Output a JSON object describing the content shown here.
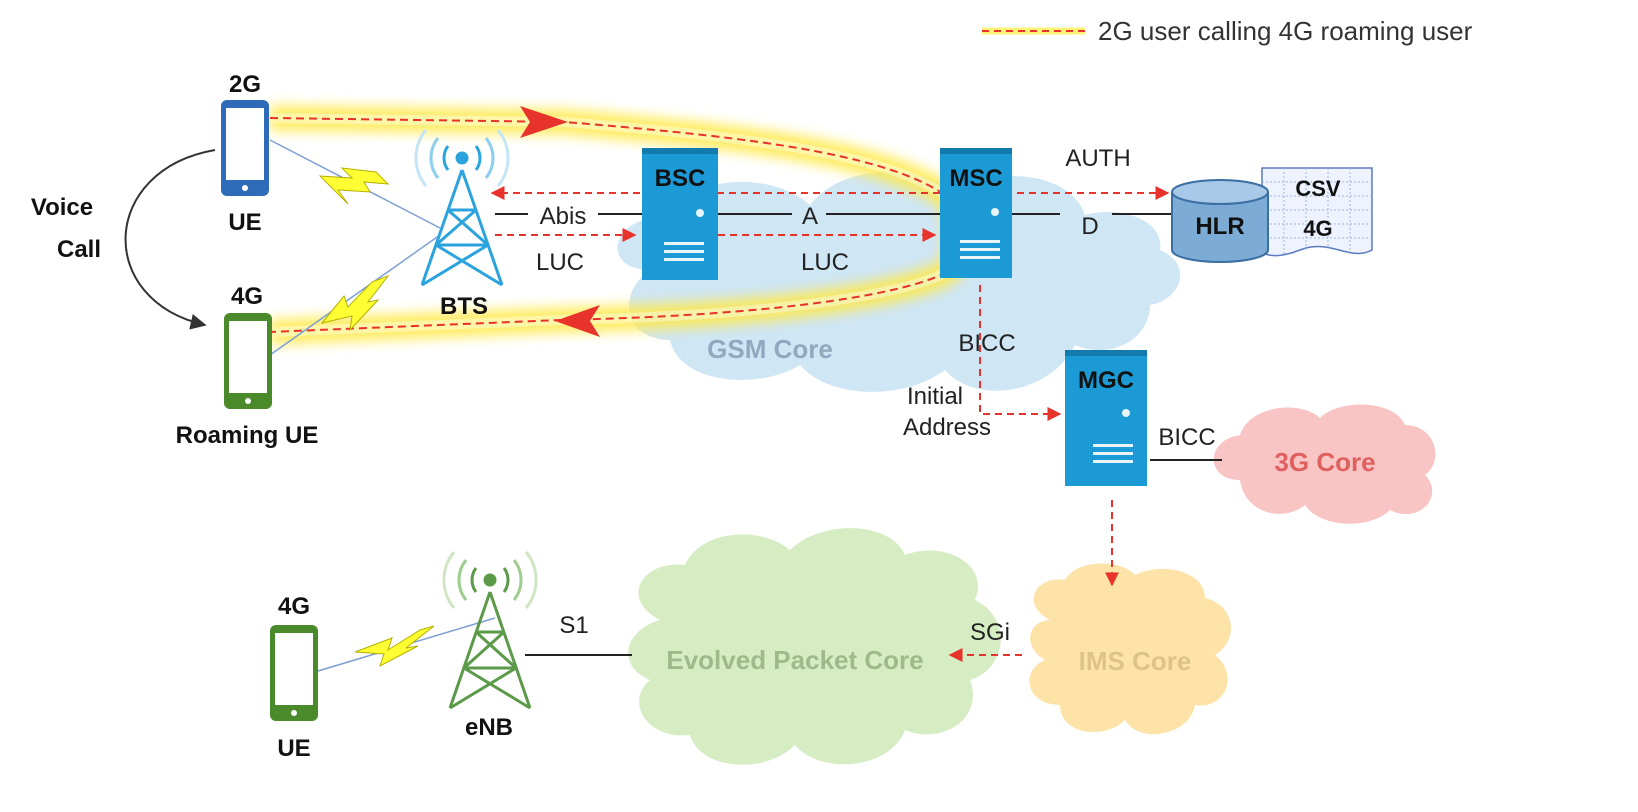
{
  "legend": {
    "label": "2G user calling 4G roaming user"
  },
  "devices": {
    "ue_2g_top": "2G",
    "ue_2g_bottom": "UE",
    "ue_roam_top": "4G",
    "ue_roam_bottom": "Roaming UE",
    "ue_4g_top": "4G",
    "ue_4g_bottom": "UE"
  },
  "voice_call": {
    "line1": "Voice",
    "line2": "Call"
  },
  "towers": {
    "bts": "BTS",
    "enb": "eNB"
  },
  "servers": {
    "bsc": "BSC",
    "msc": "MSC",
    "mgc": "MGC"
  },
  "database": {
    "hlr": "HLR",
    "csv_line1": "CSV",
    "csv_line2": "4G"
  },
  "links": {
    "abis": "Abis",
    "a": "A",
    "d": "D",
    "luc1": "LUC",
    "luc2": "LUC",
    "auth": "AUTH",
    "bicc1": "BICC",
    "bicc2": "BICC",
    "initial_line1": "Initial",
    "initial_line2": "Address",
    "s1": "S1",
    "sgi": "SGi"
  },
  "clouds": {
    "gsm": "GSM Core",
    "g3": "3G Core",
    "epc": "Evolved Packet Core",
    "ims": "IMS Core"
  },
  "colors": {
    "flow": "#e8322c",
    "highlight": "#ffee3a",
    "server": "#1b9ad6",
    "phone_blue": "#2e6bb8",
    "phone_green": "#4a8a2a",
    "tower_blue": "#2ba3dc",
    "tower_green": "#5a9a48",
    "gsm_cloud": "#cfe6f5",
    "g3_cloud": "#f8c4c4",
    "epc_cloud": "#d6edc4",
    "ims_cloud": "#fde3a8"
  }
}
